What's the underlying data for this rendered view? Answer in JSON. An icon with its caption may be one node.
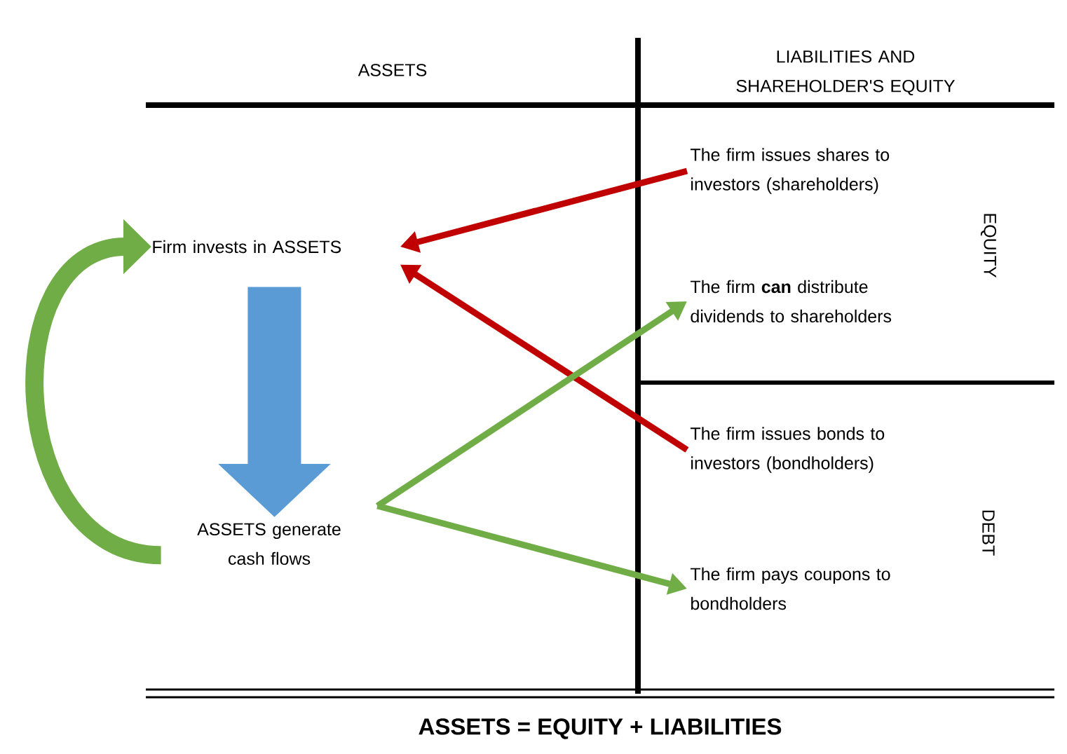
{
  "diagram": {
    "caption": "ASSETS = EQUITY + LIABILITIES",
    "nodes": [
      {
        "text": [
          "Firm invests in ASSETS"
        ]
      },
      {
        "text": [
          "ASSETS generate cash flows"
        ]
      },
      {
        "text": [
          "The firm issues shares to investors (shareholders)"
        ]
      },
      {
        "text": [
          "The firm **can** distribute dividends to shareholders"
        ]
      },
      {
        "text": [
          "The firm issues bonds to investors (bondholders)"
        ]
      },
      {
        "text": [
          "The firm pays coupons to bondholders"
        ]
      }
    ],
    "edges": [
      {
        "from": 0,
        "to": 1,
        "arrow": "to",
        "style": "thick",
        "color": "#5b9bd5"
      },
      {
        "from": 1,
        "to": 0,
        "arrow": "to",
        "style": "thick",
        "color": "#70ad47"
      },
      {
        "from": 2,
        "to": 0,
        "arrow": "to",
        "color": "#c00000"
      },
      {
        "from": 4,
        "to": 0,
        "arrow": "to",
        "color": "#c00000"
      },
      {
        "from": 1,
        "to": 3,
        "arrow": "to",
        "color": "#70ad47"
      },
      {
        "from": 1,
        "to": 5,
        "arrow": "to",
        "color": "#70ad47"
      }
    ],
    "labels": [
      "ASSETS",
      "LIABILITIES AND SHAREHOLDER'S EQUITY",
      "EQUITY",
      "DEBT"
    ]
  }
}
